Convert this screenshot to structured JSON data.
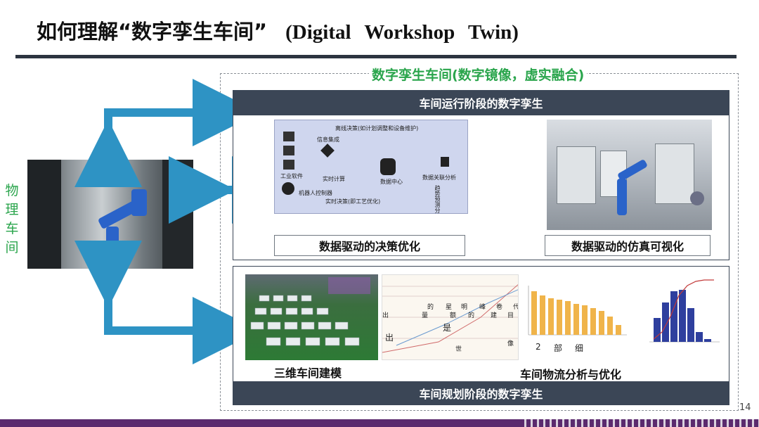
{
  "title": {
    "zh": "如何理解“数字孪生车间”",
    "en": "(Digital Workshop Twin)"
  },
  "subtitle": "数字孪生车间(数字镜像，虚实融合)",
  "left_label": [
    "物",
    "理",
    "车",
    "间"
  ],
  "top_panel": {
    "header": "车间运行阶段的数字孪生",
    "left_caption": "数据驱动的决策优化",
    "right_caption": "数据驱动的仿真可视化"
  },
  "bottom_panel": {
    "footer": "车间规划阶段的数字孪生",
    "caption_left": "三维车间建模",
    "caption_right": "车间物流分析与优化"
  },
  "diagram": {
    "top_label": "离线决策(如计划调整和设备维护)",
    "info_label": "信息集成",
    "industry_software": "工业软件",
    "controller": "机器人控制器",
    "realtime_calc": "实时计算",
    "data_center": "数据中心",
    "data_analysis": "数据关联分析",
    "realtime_decision": "实时决策(即工艺优化)",
    "trend": "趋势预测分析"
  },
  "gantt_chars": [
    "的",
    "星",
    "明",
    "峰",
    "卷",
    "代",
    "出",
    "量",
    "额",
    "的",
    "建",
    "目",
    "是",
    "出",
    "世",
    "像",
    "2",
    "部",
    "细"
  ],
  "colors": {
    "accent_green": "#2aa54c",
    "panel_dark": "#3b4656",
    "arrow_blue": "#2e93c4",
    "footer_purple": "#5b2a6e"
  },
  "page_number": "14"
}
